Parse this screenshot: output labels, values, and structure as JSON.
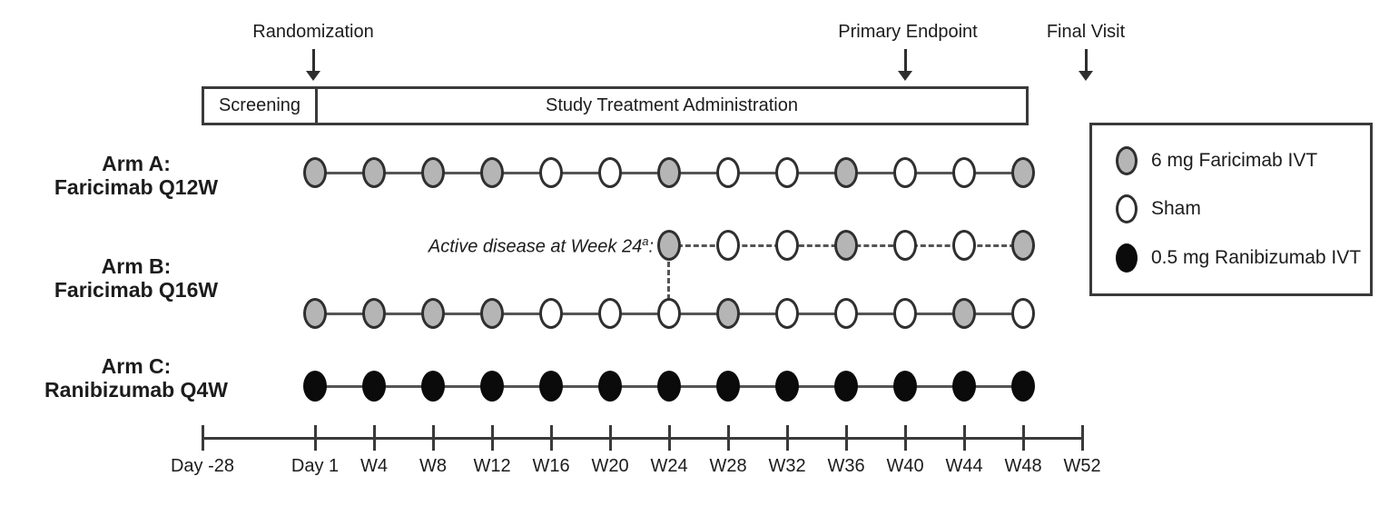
{
  "annotations": {
    "randomization": "Randomization",
    "primary_endpoint": "Primary Endpoint",
    "final_visit": "Final Visit"
  },
  "phase_bar": {
    "screening": "Screening",
    "treatment": "Study Treatment Administration"
  },
  "arms": {
    "a": {
      "name": "Arm A:",
      "regimen": "Faricimab Q12W",
      "doses": [
        "faricimab",
        "faricimab",
        "faricimab",
        "faricimab",
        "sham",
        "sham",
        "faricimab",
        "sham",
        "sham",
        "faricimab",
        "sham",
        "sham",
        "faricimab"
      ]
    },
    "b": {
      "name": "Arm B:",
      "regimen": "Faricimab Q16W",
      "doses": [
        "faricimab",
        "faricimab",
        "faricimab",
        "faricimab",
        "sham",
        "sham",
        "sham",
        "faricimab",
        "sham",
        "sham",
        "sham",
        "faricimab",
        "sham"
      ],
      "branch": {
        "note": "Active disease at Week 24",
        "note_superscript": "a",
        "note_suffix": ":",
        "doses": [
          "faricimab",
          "sham",
          "sham",
          "faricimab",
          "sham",
          "sham",
          "faricimab"
        ]
      }
    },
    "c": {
      "name": "Arm C:",
      "regimen": "Ranibizumab Q4W",
      "doses": [
        "ranibizumab",
        "ranibizumab",
        "ranibizumab",
        "ranibizumab",
        "ranibizumab",
        "ranibizumab",
        "ranibizumab",
        "ranibizumab",
        "ranibizumab",
        "ranibizumab",
        "ranibizumab",
        "ranibizumab",
        "ranibizumab"
      ]
    }
  },
  "timeline": {
    "tick_labels": [
      "Day -28",
      "Day 1",
      "W4",
      "W8",
      "W12",
      "W16",
      "W20",
      "W24",
      "W28",
      "W32",
      "W36",
      "W40",
      "W44",
      "W48",
      "W52"
    ]
  },
  "legend": {
    "items": [
      {
        "type": "faricimab",
        "label": "6 mg Faricimab IVT"
      },
      {
        "type": "sham",
        "label": "Sham"
      },
      {
        "type": "ranibizumab",
        "label": "0.5 mg Ranibizumab IVT"
      }
    ]
  },
  "colors": {
    "faricimab": "#b5b5b5",
    "sham": "#ffffff",
    "ranibizumab": "#0b0b0b",
    "stroke": "#2f2f2f"
  }
}
